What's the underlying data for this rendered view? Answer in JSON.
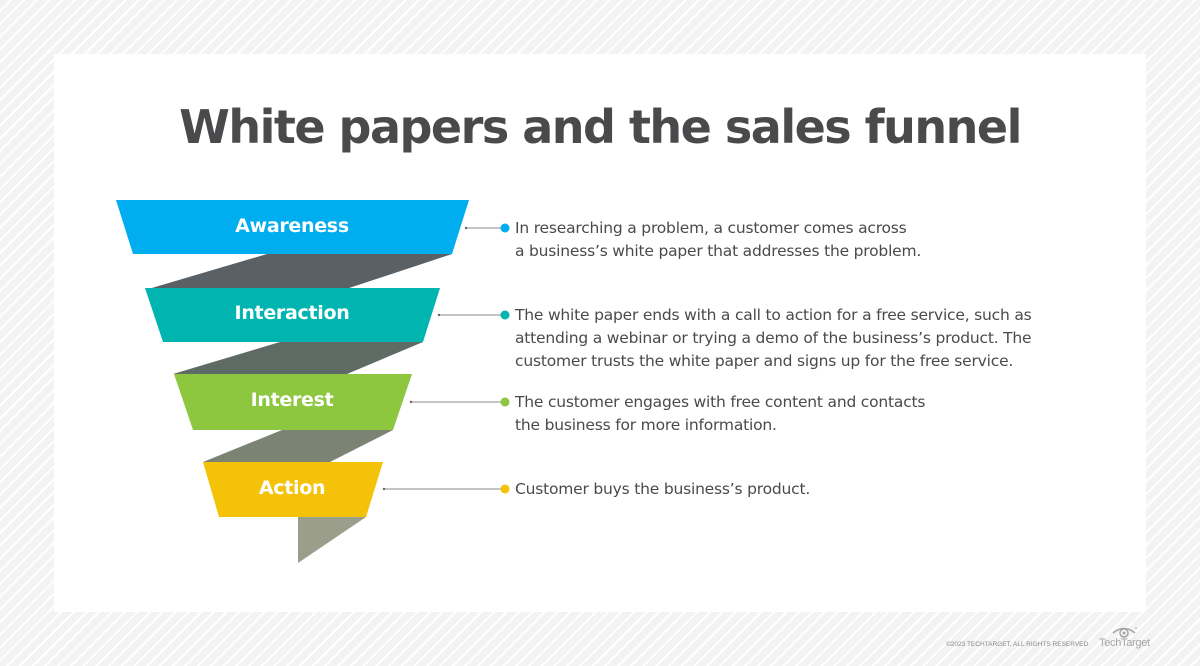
{
  "title": "White papers and the sales funnel",
  "colors": {
    "title_text": "#4a4a4c",
    "body_text": "#4a4a4c",
    "awareness": "#00aeef",
    "interaction": "#00b5b0",
    "interest": "#8dc63f",
    "action": "#f5c20a",
    "band_1": "#596066",
    "band_2": "#5e6b64",
    "band_3": "#7b8373",
    "tail": "#9a9e8a",
    "connector": "#8a8a8a"
  },
  "stages": [
    {
      "label": "Awareness",
      "color": "#00aeef",
      "description_lines": [
        "In researching a problem, a customer comes across",
        "a business’s white paper that addresses the problem."
      ]
    },
    {
      "label": "Interaction",
      "color": "#00b5b0",
      "description_lines": [
        "The white paper ends with a call to action for a free service, such as",
        "attending a webinar or trying a demo of the business’s product. The",
        "customer trusts the white paper and signs up for the free service."
      ]
    },
    {
      "label": "Interest",
      "color": "#8dc63f",
      "description_lines": [
        "The customer engages with free content and contacts",
        "the business for more information."
      ]
    },
    {
      "label": "Action",
      "color": "#f5c20a",
      "description_lines": [
        "Customer buys the business’s product."
      ]
    }
  ],
  "footer": {
    "copyright": "©2023 TECHTARGET. ALL RIGHTS RESERVED",
    "logo_text": "TechTarget",
    "logo_icon": "eye-icon"
  }
}
